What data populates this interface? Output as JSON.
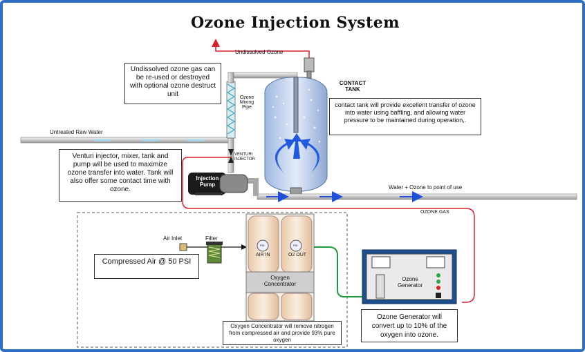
{
  "title": "Ozone Injection System",
  "labels": {
    "undissolved_ozone": "Undissolved Ozone",
    "contact_tank": "CONTACT\nTANK",
    "ozone_mixing_pipe": "Ozone\nMixing\nPipe",
    "untreated_raw_water": "Untreated Raw Water",
    "venturi_injector": "VENTURI\nINJECTOR",
    "injection_pump": "Injection\nPump",
    "water_ozone_out": "Water + Ozone to point of use",
    "ozone_gas": "OZONE GAS",
    "air_inlet": "Air Inlet",
    "filter": "Filter",
    "air_in": "AIR IN",
    "o2_out": "O2 OUT",
    "oxygen_concentrator": "Oxygen\nConcentrator",
    "ozone_generator": "Ozone\nGenerator",
    "psi1": "PSI",
    "psi2": "PSI"
  },
  "notes": {
    "destruct_note": "Undissolved ozone gas can be re-used or destroyed with optional ozone destruct unit",
    "tank_note": "contact tank will provide excellent transfer of ozone into water using baffling, and allowing water pressure to be maintained during operation,.",
    "venturi_note": "Venturi injector, mixer, tank and pump will be used to maximize ozone transfer into water.  Tank will also offer some contact time with ozone.",
    "compressed_air": "Compressed Air @ 50 PSI",
    "concentrator_note": "Oxygen Concentrator will remove nitrogen from compressed air and provide 93% pure oxygen",
    "generator_note": "Ozone Generator will convert up to 10% of the oxygen into ozone."
  },
  "colors": {
    "frame": "#2e6fc4",
    "ozone_line": "#d9202a",
    "oxygen_line": "#1f9a3a",
    "flow_arrow": "#1f4fd6",
    "generator_panel": "#1d4f8f"
  }
}
